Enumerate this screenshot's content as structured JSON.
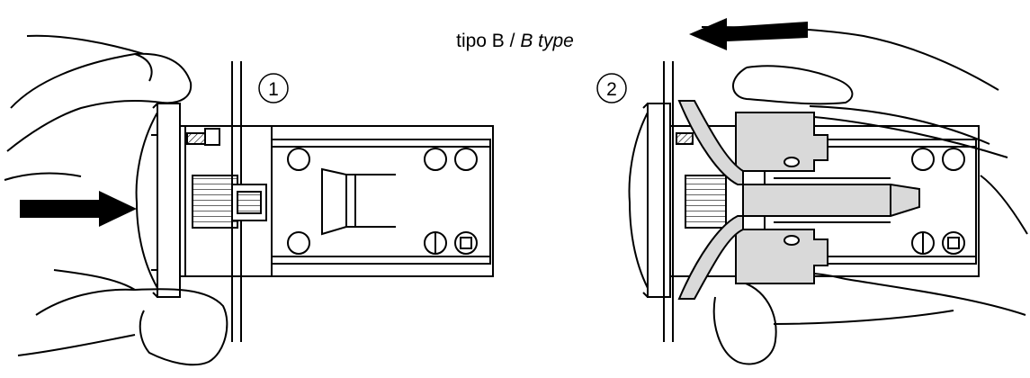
{
  "title": {
    "italian": "tipo B /",
    "english": "B type"
  },
  "steps": [
    {
      "number": "1"
    },
    {
      "number": "2"
    }
  ],
  "colors": {
    "line": "#000000",
    "fill_grey": "#d9d9d9",
    "background": "#ffffff"
  },
  "icons": [
    "push-arrow-icon",
    "pull-arrow-icon"
  ]
}
